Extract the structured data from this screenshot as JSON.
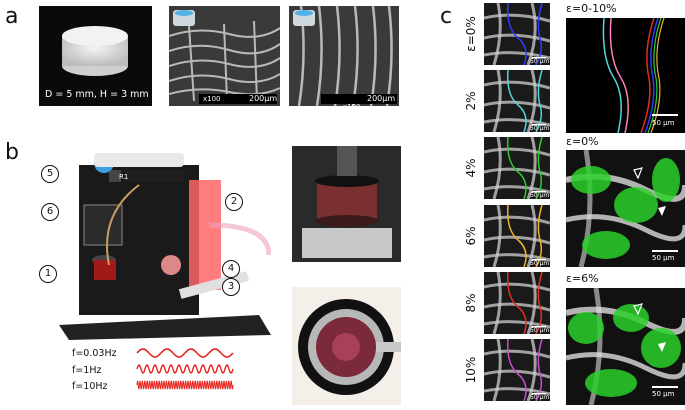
{
  "panels": {
    "a": {
      "letter": "a",
      "sample_caption": "D = 5 mm, H = 3 mm",
      "sem1": {
        "scale": "200µm",
        "mag": "x100"
      },
      "sem2": {
        "scale": "200µm",
        "mag": "x100"
      }
    },
    "b": {
      "letter": "b",
      "callouts": [
        "1",
        "2",
        "3",
        "4",
        "5",
        "6"
      ],
      "device_label": "R1",
      "frequencies": [
        {
          "label": "f=0.03Hz",
          "cycles": 4
        },
        {
          "label": "f=1Hz",
          "cycles": 12
        },
        {
          "label": "f=10Hz",
          "cycles": 40
        }
      ],
      "wave_color": "#e8221c"
    },
    "c": {
      "letter": "c",
      "strains": [
        {
          "label": "ε=0%",
          "color": "#2e3cff"
        },
        {
          "label": "2%",
          "color": "#4fd6e0"
        },
        {
          "label": "4%",
          "color": "#2ecc2e"
        },
        {
          "label": "6%",
          "color": "#f0b428"
        },
        {
          "label": "8%",
          "color": "#e03020"
        },
        {
          "label": "10%",
          "color": "#c84fd0"
        }
      ],
      "small_scale": "50 µm",
      "overlay_title": "ε=0-10%",
      "overlay_scale": "50 µm",
      "fluo1_title": "ε=0%",
      "fluo1_scale": "50 µm",
      "fluo2_title": "ε=6%",
      "fluo2_scale": "50 µm"
    }
  }
}
